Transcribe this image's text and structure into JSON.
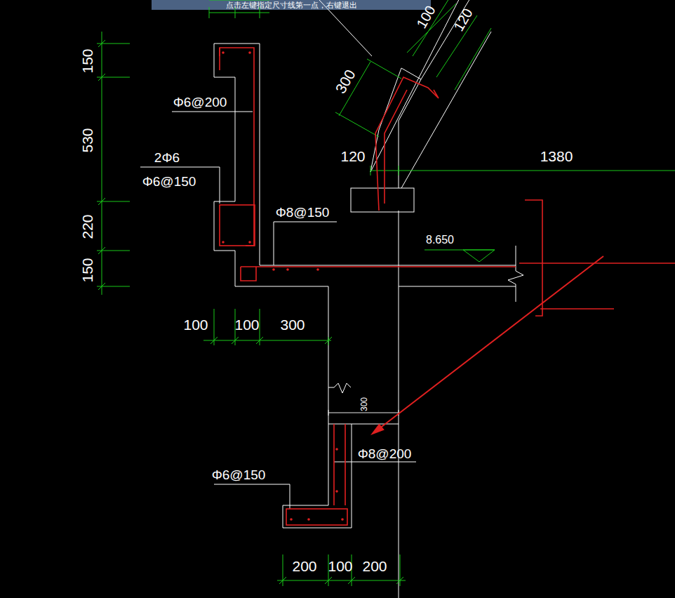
{
  "diagram": {
    "labels": [
      "点击左键指定尺寸线第一点，右键退出",
      "150",
      "530",
      "220",
      "150",
      "Φ6@200",
      "2Φ6",
      "Φ6@150",
      "100",
      "120",
      "300",
      "120",
      "1380",
      "Φ8@150",
      "8.650",
      "100",
      "100",
      "300",
      "300",
      "Φ8@200",
      "Φ6@150",
      "200",
      "100",
      "200"
    ]
  }
}
